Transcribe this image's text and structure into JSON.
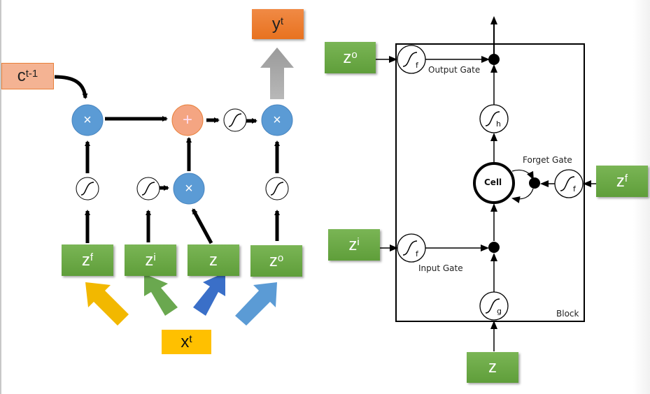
{
  "left_diagram": {
    "title": "Simplified LSTM (left)",
    "inputs": [
      {
        "base": "z",
        "sup": "f"
      },
      {
        "base": "z",
        "sup": "i"
      },
      {
        "base": "z",
        "sup": ""
      },
      {
        "base": "z",
        "sup": "o"
      }
    ],
    "x_input": {
      "base": "x",
      "sup": "t"
    },
    "prev_cell": {
      "base": "c",
      "sup": "t-1"
    },
    "output": {
      "base": "y",
      "sup": "t"
    },
    "multiply_symbol": "×",
    "add_symbol": "+",
    "colors": {
      "gate_blue": "#5b9bd5",
      "add_orange": "#f4a582",
      "green": "#6aa84f",
      "output_orange": "#ed7d31",
      "x_yellow": "#ffc000",
      "arrow_forget": "#f2b800",
      "arrow_input": "#6aa84f",
      "arrow_z": "#3a6fc8",
      "arrow_output": "#5b9bd5"
    }
  },
  "right_diagram": {
    "block_label": "Block",
    "cell_label": "Cell",
    "output_gate_label": "Output Gate",
    "forget_gate_label": "Forget Gate",
    "input_gate_label": "Input Gate",
    "activation_subscripts": {
      "output": "f",
      "h": "h",
      "forget": "f",
      "input": "f",
      "g": "g"
    },
    "inputs": {
      "output": {
        "base": "z",
        "sup": "o"
      },
      "forget": {
        "base": "z",
        "sup": "f"
      },
      "input": {
        "base": "z",
        "sup": "i"
      },
      "cell": {
        "base": "z",
        "sup": ""
      }
    }
  }
}
